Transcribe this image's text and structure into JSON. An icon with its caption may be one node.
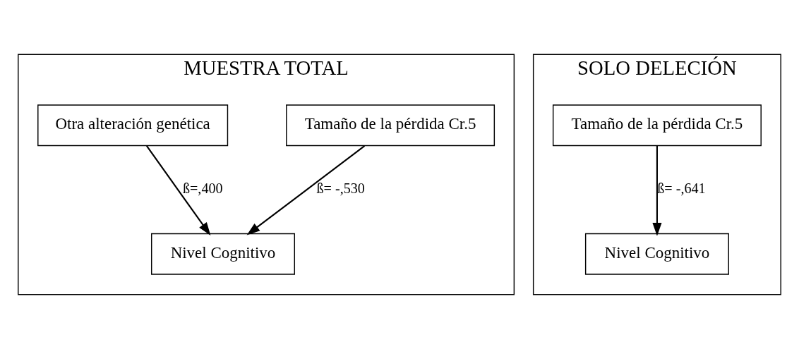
{
  "diagram": {
    "nodes": [
      {
        "text": [
          "MUESTRA TOTAL"
        ]
      },
      {
        "text": [
          "Tamaño de la pérdida Cr.5"
        ],
        "in": 0
      },
      {
        "text": [
          "Otra alteración genética"
        ],
        "in": 0
      },
      {
        "text": [
          "Nivel Cognitivo"
        ],
        "in": 0
      },
      {
        "text": [
          "SOLO DELECIÓN"
        ]
      },
      {
        "text": [
          "Tamaño de la pérdida Cr.5"
        ],
        "in": 4
      },
      {
        "text": [
          "Nivel Cognitivo"
        ],
        "in": 4
      }
    ],
    "edges": [
      {
        "from": 1,
        "to": 3,
        "arrow": "to",
        "label": "ß= -,530"
      },
      {
        "from": 2,
        "to": 3,
        "arrow": "to",
        "label": "ß=,400"
      },
      {
        "from": 5,
        "to": 6,
        "arrow": "to",
        "label": "ß= -,641"
      }
    ]
  }
}
